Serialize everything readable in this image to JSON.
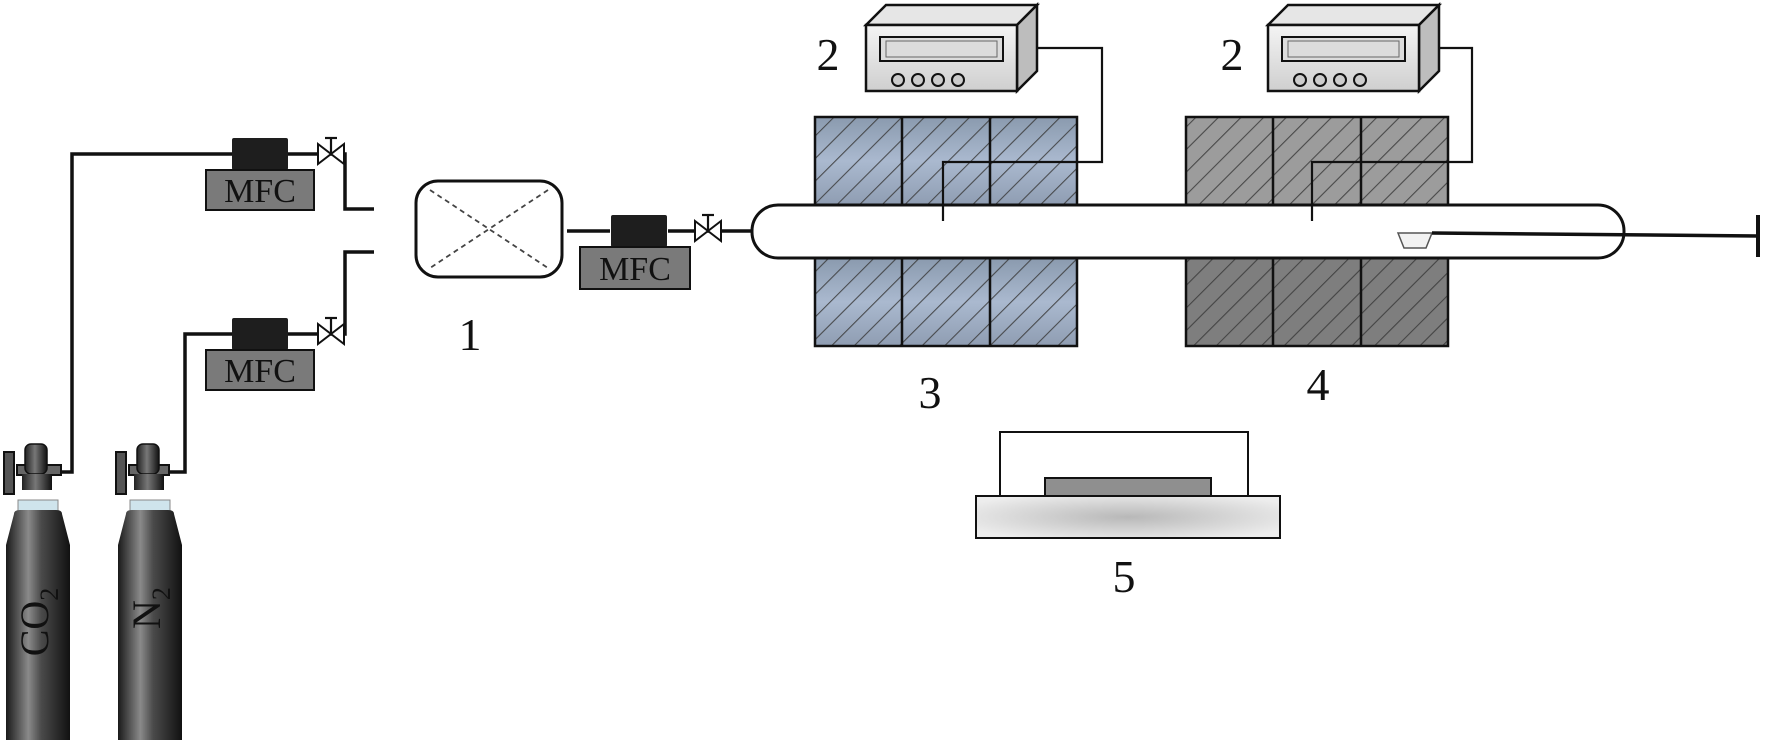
{
  "cylinders": [
    {
      "id": "co2",
      "formula_main": "CO",
      "formula_sub": "2"
    },
    {
      "id": "n2",
      "formula_main": "N",
      "formula_sub": "2"
    }
  ],
  "mfc_label": "MFC",
  "labels": {
    "mixer": "1",
    "controller_a": "2",
    "controller_b": "2",
    "furnace_zone_1": "3",
    "furnace_zone_2": "4",
    "hotplate": "5"
  }
}
